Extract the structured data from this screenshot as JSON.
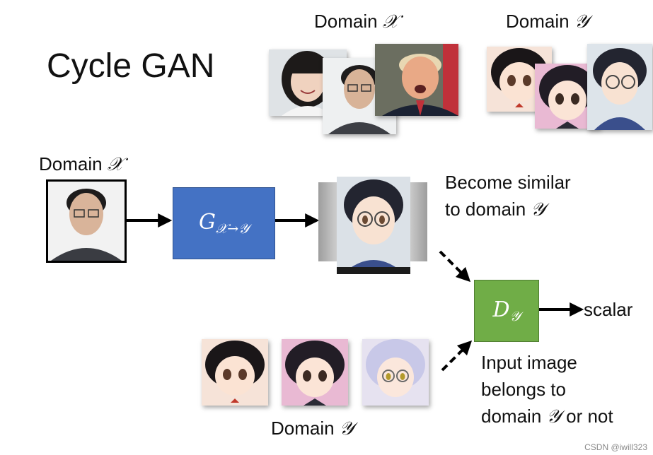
{
  "title": "Cycle GAN",
  "top_domain_x_label": {
    "text": "Domain ",
    "symbol": "𝒳"
  },
  "top_domain_y_label": {
    "text": "Domain ",
    "symbol": "𝒴"
  },
  "input_domain_label": {
    "text": "Domain ",
    "symbol": "𝒳"
  },
  "generator": {
    "letter": "G",
    "subscript": "𝒳→𝒴"
  },
  "discriminator": {
    "letter": "D",
    "subscript": "𝒴"
  },
  "become_similar": {
    "line1": "Become similar",
    "line2_text": "to domain ",
    "line2_symbol": "𝒴"
  },
  "output_label": "scalar",
  "input_question": {
    "line1": "Input image",
    "line2": "belongs to",
    "line3_text": "domain ",
    "line3_symbol": "𝒴",
    "line3_tail": " or not"
  },
  "bottom_domain_y_label": {
    "text": "Domain ",
    "symbol": "𝒴"
  },
  "watermark": "CSDN @iwill323",
  "colors": {
    "generator_box": "#4472c4",
    "discriminator_box": "#70ad47",
    "arrow": "#000000"
  }
}
